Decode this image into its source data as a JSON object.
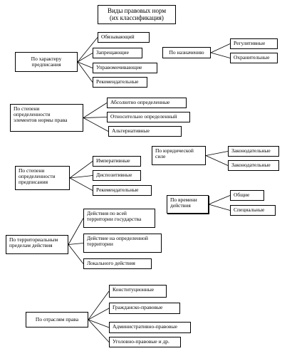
{
  "title": "Виды правовых норм\n(их классификация)",
  "groups": [
    {
      "id": "character",
      "label": "По характеру\nпредписания",
      "items": [
        "Обязывающий",
        "Запрещающие",
        "Управомочивающие",
        "Рекомендательные"
      ]
    },
    {
      "id": "purpose",
      "label": "По назначению",
      "items": [
        "Регулятивные",
        "Охранительные"
      ]
    },
    {
      "id": "certainty-elements",
      "label": "По степени\nопределенности\nэлементов нормы права",
      "items": [
        "Абсолютно определенные",
        "Относительно определенный",
        "Альтернативные"
      ]
    },
    {
      "id": "legal-force",
      "label": "По юридической\nсиле",
      "items": [
        "Законодательные",
        "Законодательные"
      ]
    },
    {
      "id": "certainty-prescription",
      "label": "По степени\nопределенности\nпредписания",
      "items": [
        "Императивные",
        "Диспозитивные",
        "Рекомендательные"
      ]
    },
    {
      "id": "time",
      "label": "По времени\nдействия",
      "items": [
        "Общие",
        "Специальные"
      ]
    },
    {
      "id": "territory",
      "label": "По территориальным\nпределам действия",
      "items": [
        "Действия по всей\nтерритории государства",
        "Действие на определенной\nтерритории",
        "Локального действия"
      ]
    },
    {
      "id": "branches",
      "label": "По отраслям права",
      "items": [
        "Конституционные",
        "Гражданско-правовые",
        "Административно-правовые",
        "Уголовно-правовые и др."
      ]
    }
  ]
}
